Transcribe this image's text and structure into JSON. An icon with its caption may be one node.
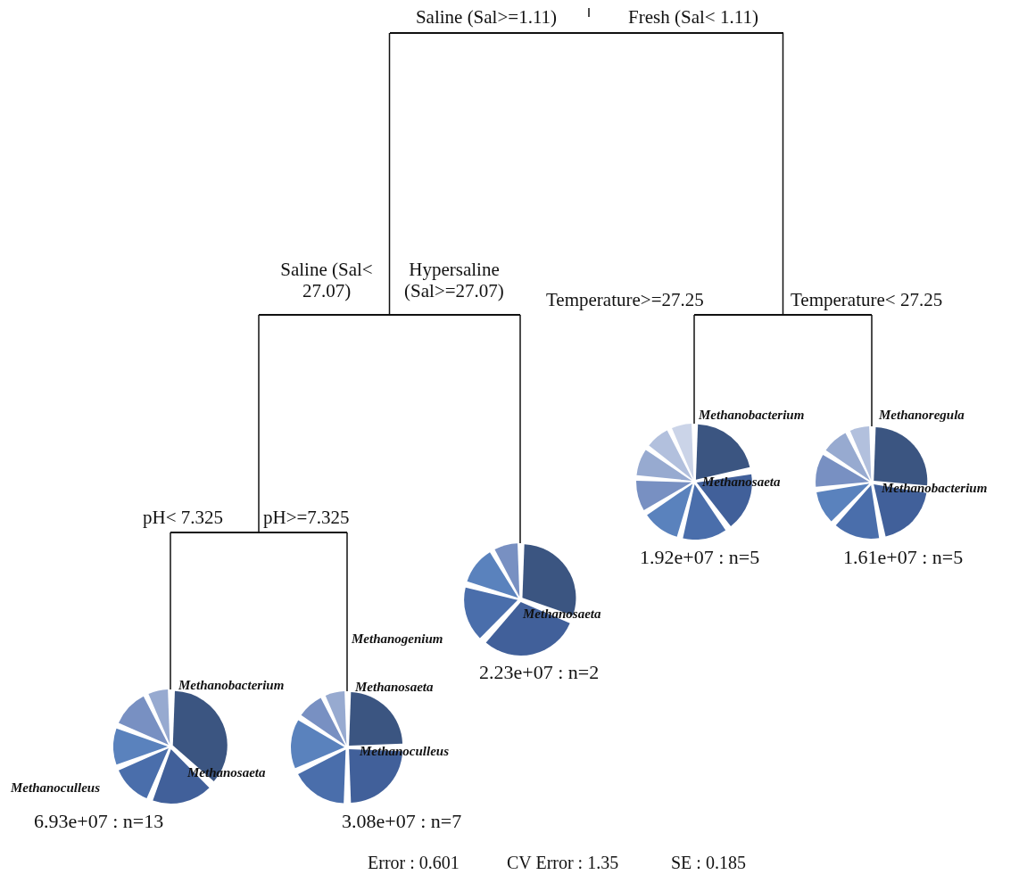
{
  "diagram": {
    "nodes": [
      {
        "text": [
          "Saline (Sal>=1.11)",
          "Fresh (Sal< 1.11)"
        ]
      },
      {
        "text": [
          "Saline (Sal< 27.07)",
          "Hypersaline (Sal>=27.07)"
        ]
      },
      {
        "text": [
          "Temperature>=27.25",
          "Temperature< 27.25"
        ]
      },
      {
        "text": [
          "pH< 7.325",
          "pH>=7.325"
        ]
      },
      {
        "text": [
          "Methanobacterium",
          "Methanosaeta",
          "Methanoculleus",
          "6.93e+07 : n=13"
        ]
      },
      {
        "text": [
          "Methanosaeta",
          "Methanoculleus",
          "3.08e+07 : n=7"
        ]
      },
      {
        "text": [
          "Methanogenium",
          "Methanosaeta",
          "2.23e+07 : n=2"
        ]
      },
      {
        "text": [
          "Methanobacterium",
          "Methanosaeta",
          "1.92e+07 : n=5"
        ]
      },
      {
        "text": [
          "Methanoregula",
          "Methanobacterium",
          "1.61e+07 : n=5"
        ]
      }
    ],
    "edges": [
      {
        "from": 0,
        "to": 1,
        "arrow": "none"
      },
      {
        "from": 0,
        "to": 2,
        "arrow": "none"
      },
      {
        "from": 1,
        "to": 3,
        "arrow": "none"
      },
      {
        "from": 1,
        "to": 6,
        "arrow": "none"
      },
      {
        "from": 2,
        "to": 7,
        "arrow": "none"
      },
      {
        "from": 2,
        "to": 8,
        "arrow": "none"
      },
      {
        "from": 3,
        "to": 4,
        "arrow": "none"
      },
      {
        "from": 3,
        "to": 5,
        "arrow": "none"
      }
    ],
    "labels": [
      "Error : 0.601",
      "CV Error : 1.35",
      "SE : 0.185"
    ]
  }
}
